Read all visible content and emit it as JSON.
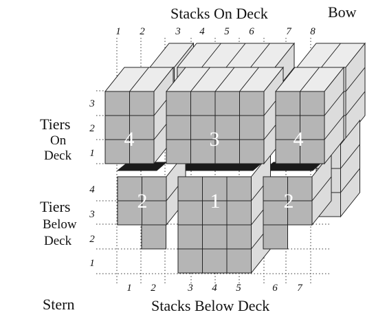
{
  "labels": {
    "stacks_on_deck": "Stacks On Deck",
    "bow": "Bow",
    "stern": "Stern",
    "stacks_below_deck": "Stacks Below Deck",
    "tiers_on_deck_line1": "Tiers",
    "tiers_on_deck_line2": "On",
    "tiers_on_deck_line3": "Deck",
    "tiers_below_deck_line1": "Tiers",
    "tiers_below_deck_line2": "Below",
    "tiers_below_deck_line3": "Deck"
  },
  "top_stack_numbers": [
    "1",
    "2",
    "3",
    "4",
    "5",
    "6",
    "7",
    "8"
  ],
  "bottom_stack_numbers": [
    "1",
    "2",
    "3",
    "4",
    "5",
    "6",
    "7"
  ],
  "tiers_on_deck": [
    "3",
    "2",
    "1"
  ],
  "tiers_below_deck": [
    "4",
    "3",
    "2",
    "1"
  ],
  "bay_labels": {
    "deck_left": "4",
    "deck_center": "3",
    "deck_right": "4",
    "hold_left": "2",
    "hold_center": "1",
    "hold_right": "2"
  },
  "colors": {
    "container_front": "#b5b5b5",
    "container_side": "#dcdcdc",
    "container_top": "#ececec",
    "hatch": "#1a1a1a",
    "outline": "#222222"
  }
}
